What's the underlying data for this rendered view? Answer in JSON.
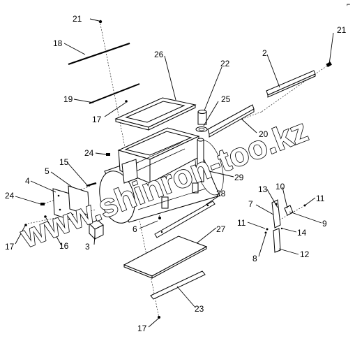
{
  "watermark": "www.shinron-too.kz",
  "corner_mark": "⌐",
  "callouts": {
    "p21a": "21",
    "p21b": "21",
    "p18": "18",
    "p26": "26",
    "p2": "2",
    "p22": "22",
    "p19": "19",
    "p25": "25",
    "p17a": "17",
    "p20": "20",
    "p24a": "24",
    "p15": "15",
    "p29": "29",
    "p5": "5",
    "p4": "4",
    "p24b": "24",
    "p28": "28",
    "p13": "13",
    "p10": "10",
    "p11a": "11",
    "p7": "7",
    "p9": "9",
    "p11b": "11",
    "p14": "14",
    "p6": "6",
    "p3": "3",
    "p17b": "17",
    "p16": "16",
    "p27": "27",
    "p8": "8",
    "p12": "12",
    "p23": "23",
    "p17c": "17"
  }
}
